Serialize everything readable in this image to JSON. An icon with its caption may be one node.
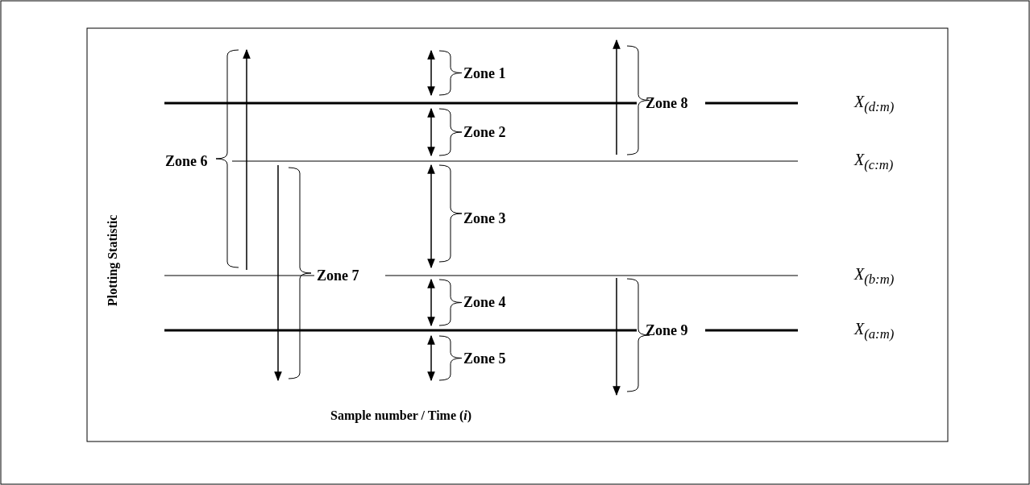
{
  "diagram": {
    "labels": [
      "Zone 1",
      "Zone 8",
      "X$_{(d:m)}$",
      "Zone 2",
      "Zone 6",
      "X$_{(c:m)}$",
      "Zone 3",
      "Plotting Statistic",
      "Zone 7",
      "X$_{(b:m)}$",
      "Zone 4",
      "Zone 9",
      "X$_{(a:m)}$",
      "Zone 5",
      "Sample number / Time (*i*)"
    ]
  }
}
